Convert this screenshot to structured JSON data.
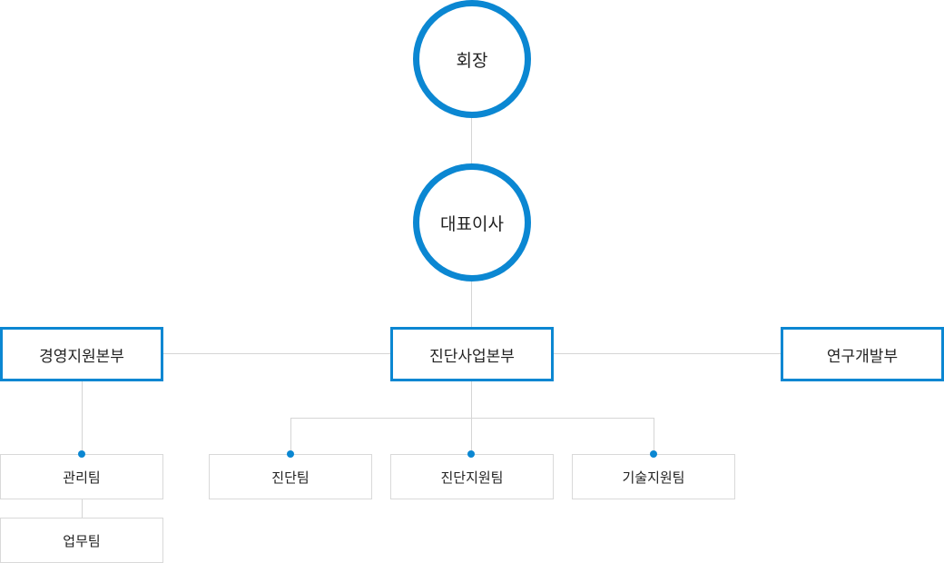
{
  "chairman": "회장",
  "ceo": "대표이사",
  "divisions": {
    "management": "경영지원본부",
    "diagnosis": "진단사업본부",
    "research": "연구개발부"
  },
  "teams": {
    "admin": "관리팀",
    "business": "업무팀",
    "diagnosis": "진단팀",
    "diagnosis_support": "진단지원팀",
    "tech_support": "기술지원팀"
  },
  "colors": {
    "accent": "#0b87d2",
    "line": "#d5d5d5"
  }
}
